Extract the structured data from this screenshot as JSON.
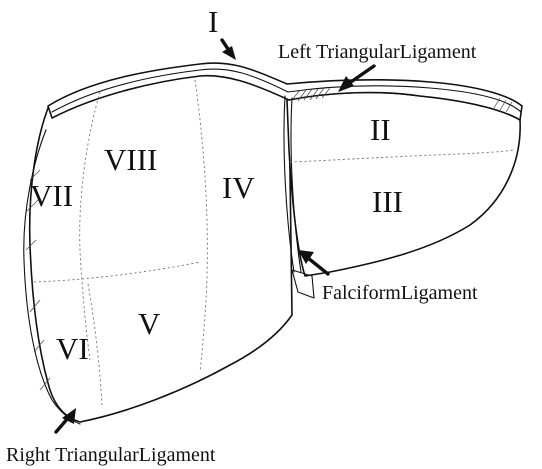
{
  "segments": {
    "seg1": "I",
    "seg2": "II",
    "seg3": "III",
    "seg4": "IV",
    "seg5": "V",
    "seg6": "VI",
    "seg7": "VII",
    "seg8": "VIII"
  },
  "ligaments": {
    "left_triangular": "Left TriangularLigament",
    "falciform": "FalciformLigament",
    "right_triangular": "Right TriangularLigament"
  }
}
